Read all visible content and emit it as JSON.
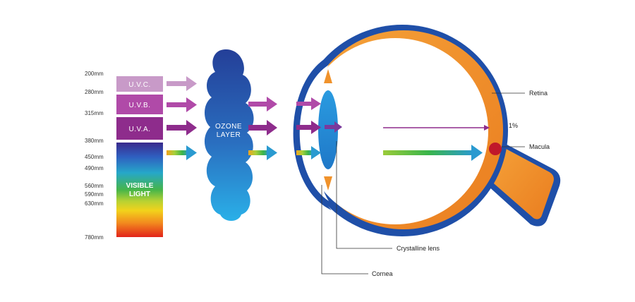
{
  "wavelengths": [
    "200mm",
    "280mm",
    "315mm",
    "380mm",
    "450mm",
    "490mm",
    "560mm",
    "590mm",
    "630mm",
    "780mm"
  ],
  "bands": {
    "uvc": "U.V.C.",
    "uvb": "U.V.B.",
    "uva": "U.V.A.",
    "visible_line1": "VISIBLE",
    "visible_line2": "LIGHT"
  },
  "ozone": {
    "line1": "OZONE",
    "line2": "LAYER"
  },
  "parts": {
    "retina": "Retina",
    "macula": "Macula",
    "crystalline_lens": "Crystalline lens",
    "cornea": "Cornea"
  },
  "percent_label": "1%",
  "colors": {
    "uvc": "#c89ac8",
    "uvb": "#b04aa8",
    "uva": "#8e2c8c",
    "eye_blue": "#1f4fa8",
    "eye_orange": "#f0922b",
    "lens_blue": "#2a8fd8",
    "macula_red": "#c0182a",
    "ozone_top": "#243f98",
    "ozone_bottom": "#2aa0e0"
  }
}
